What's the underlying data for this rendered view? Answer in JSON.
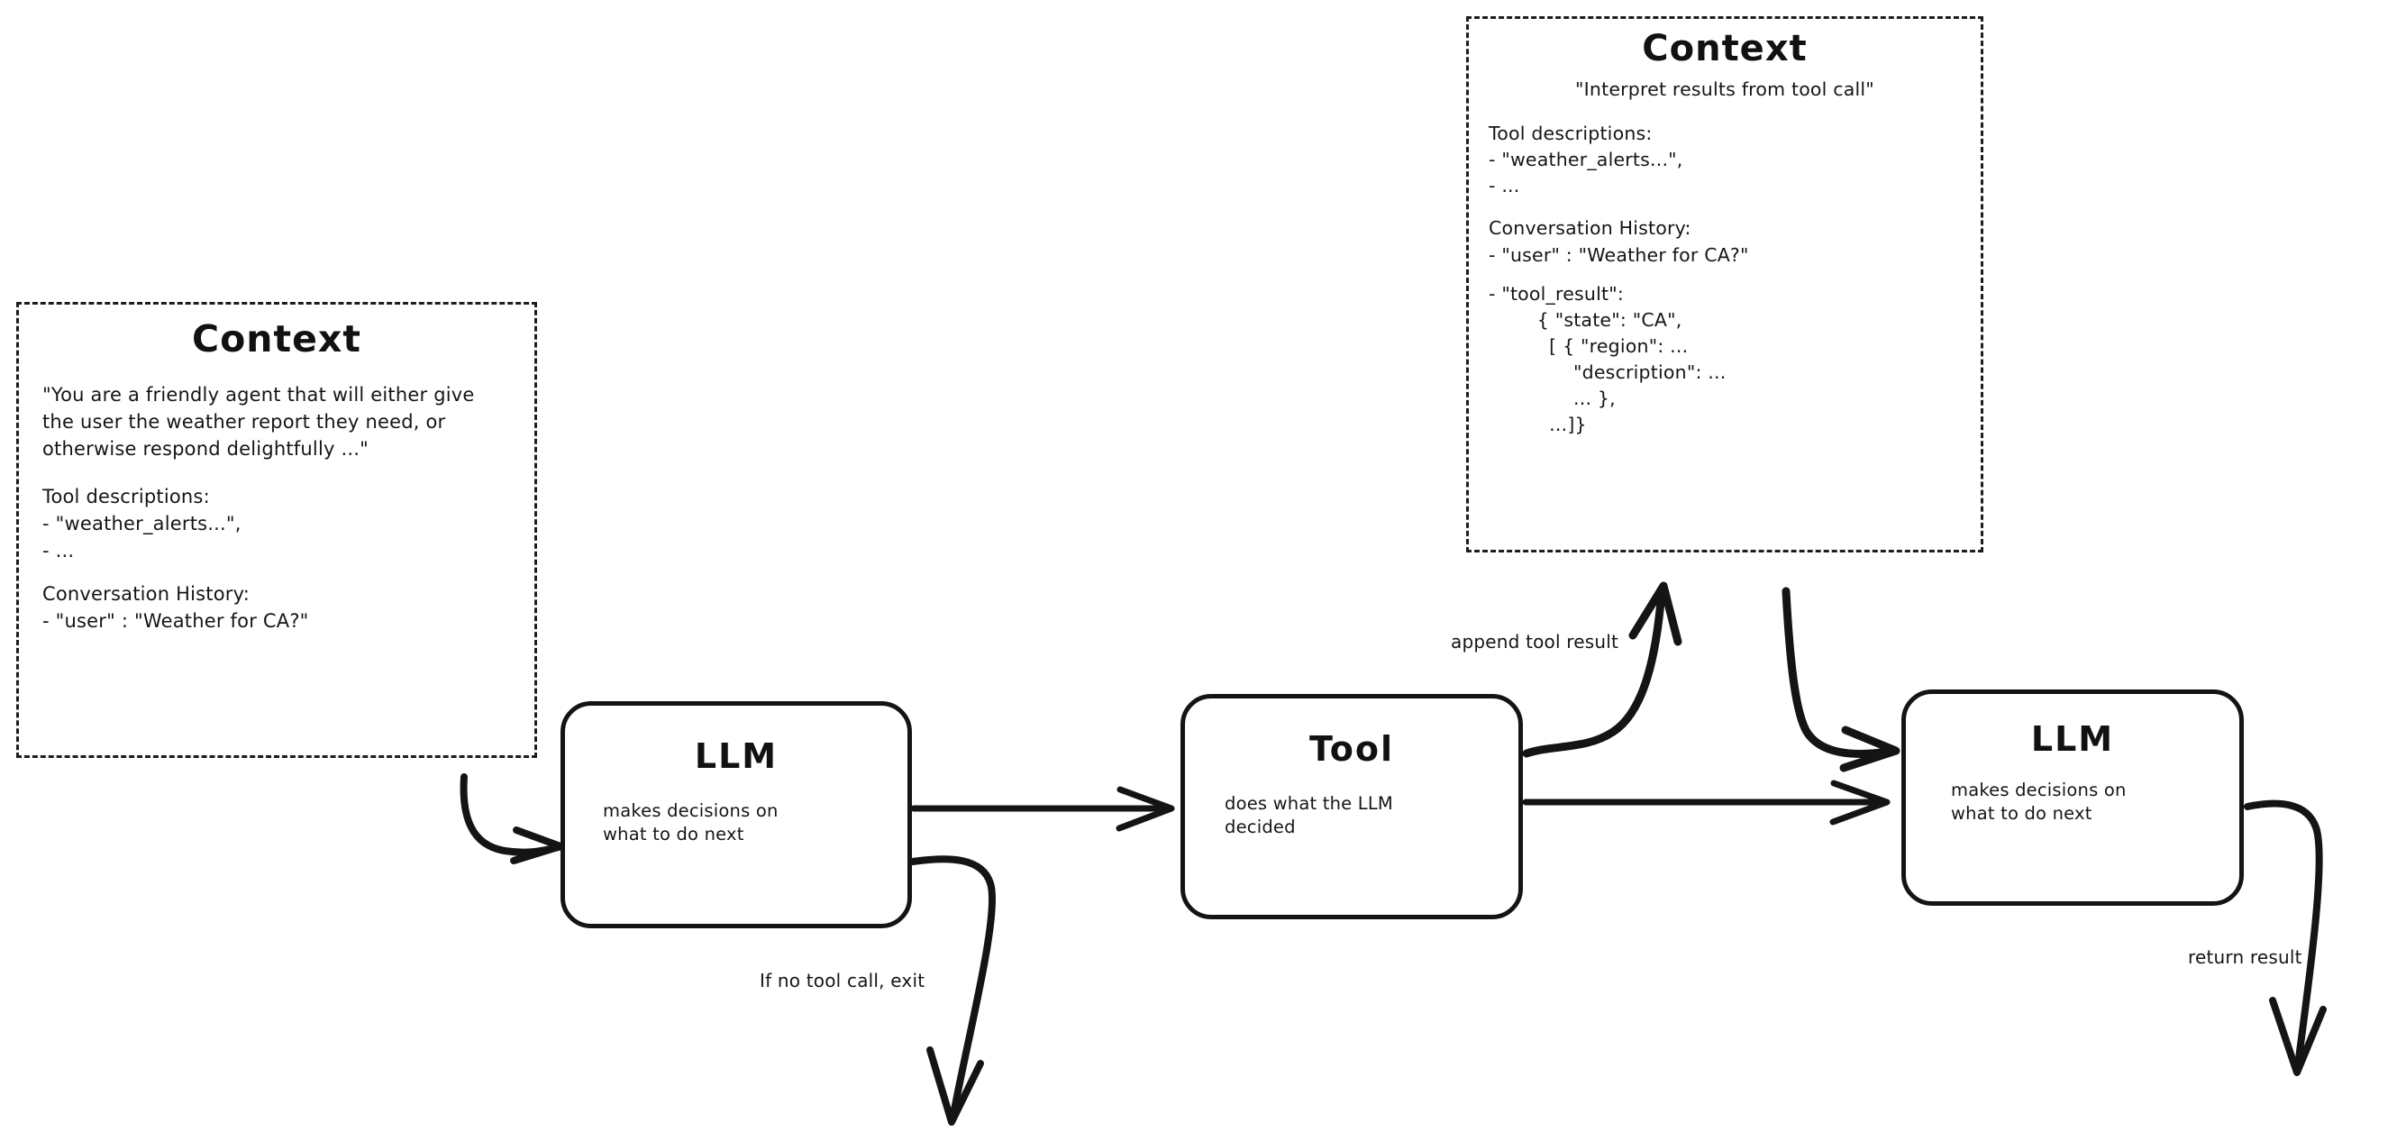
{
  "diagram": {
    "title": "Agent loop with context, LLM and tool",
    "ink_color": "#141414",
    "background": "#ffffff"
  },
  "context_left": {
    "title": "Context",
    "system_prompt": "\"You are a friendly agent that will either give the user the weather report they need, or otherwise respond delightfully ...\"",
    "tool_descriptions_heading": "Tool descriptions:",
    "tool_descriptions_items": [
      "- \"weather_alerts...\",",
      "- ..."
    ],
    "conversation_heading": "Conversation History:",
    "conversation_items": [
      "- \"user\" : \"Weather for CA?\""
    ]
  },
  "context_right": {
    "title": "Context",
    "system_prompt": "\"Interpret results from tool call\"",
    "tool_descriptions_heading": "Tool descriptions:",
    "tool_descriptions_items": [
      "- \"weather_alerts...\",",
      "- ..."
    ],
    "conversation_heading": "Conversation History:",
    "conversation_items": [
      "- \"user\" : \"Weather for CA?\"",
      "- \"tool_result\":",
      "        { \"state\": \"CA\",",
      "          [ { \"region\": ...",
      "              \"description\": ...",
      "              ... },",
      "          ...]}"
    ]
  },
  "nodes": {
    "llm_1": {
      "title": "LLM",
      "subtitle": "makes decisions on\nwhat to do next"
    },
    "tool": {
      "title": "Tool",
      "subtitle": "does what the LLM\ndecided"
    },
    "llm_2": {
      "title": "LLM",
      "subtitle": "makes decisions on\nwhat to do next"
    }
  },
  "edges": {
    "context_left_to_llm1": {
      "label": ""
    },
    "llm1_to_tool": {
      "label": ""
    },
    "llm1_exit": {
      "label": "If no tool call, exit"
    },
    "tool_to_context_right": {
      "label": "append tool result"
    },
    "tool_to_llm2": {
      "label": ""
    },
    "context_right_to_llm2": {
      "label": ""
    },
    "llm2_return": {
      "label": "return result"
    }
  }
}
